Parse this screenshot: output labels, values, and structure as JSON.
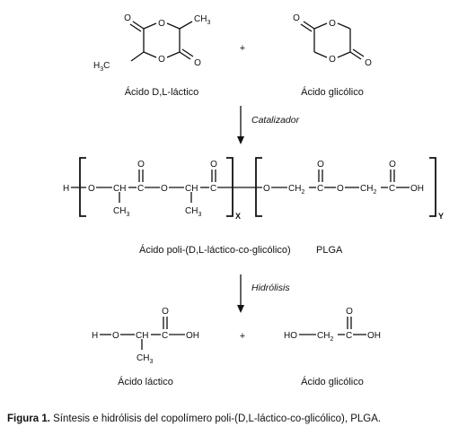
{
  "reactants": {
    "lactide_name": "Ácido D,L-láctico",
    "glycolide_name": "Ácido glicólico",
    "plus": "+"
  },
  "step1_condition": "Catalizador",
  "polymer": {
    "name": "Ácido poli-(D,L-láctico-co-glicólico)",
    "abbreviation": "PLGA",
    "repeat_x": "X",
    "repeat_y": "Y"
  },
  "step2_condition": "Hidrólisis",
  "products": {
    "lactic_name": "Ácido láctico",
    "glycolic_name": "Ácido glicólico",
    "plus": "+"
  },
  "atoms": {
    "O": "O",
    "H": "H",
    "OH": "OH",
    "HO": "HO",
    "CH": "CH",
    "CH2": "CH",
    "C": "C",
    "CH3": "CH",
    "H3C": "H",
    "sub2": "2",
    "sub3": "3",
    "C_of_H3C": "C"
  },
  "caption": {
    "label": "Figura 1.",
    "text": "Síntesis e hidrólisis del copolímero poli-(D,L-láctico-co-glicólico), PLGA."
  }
}
